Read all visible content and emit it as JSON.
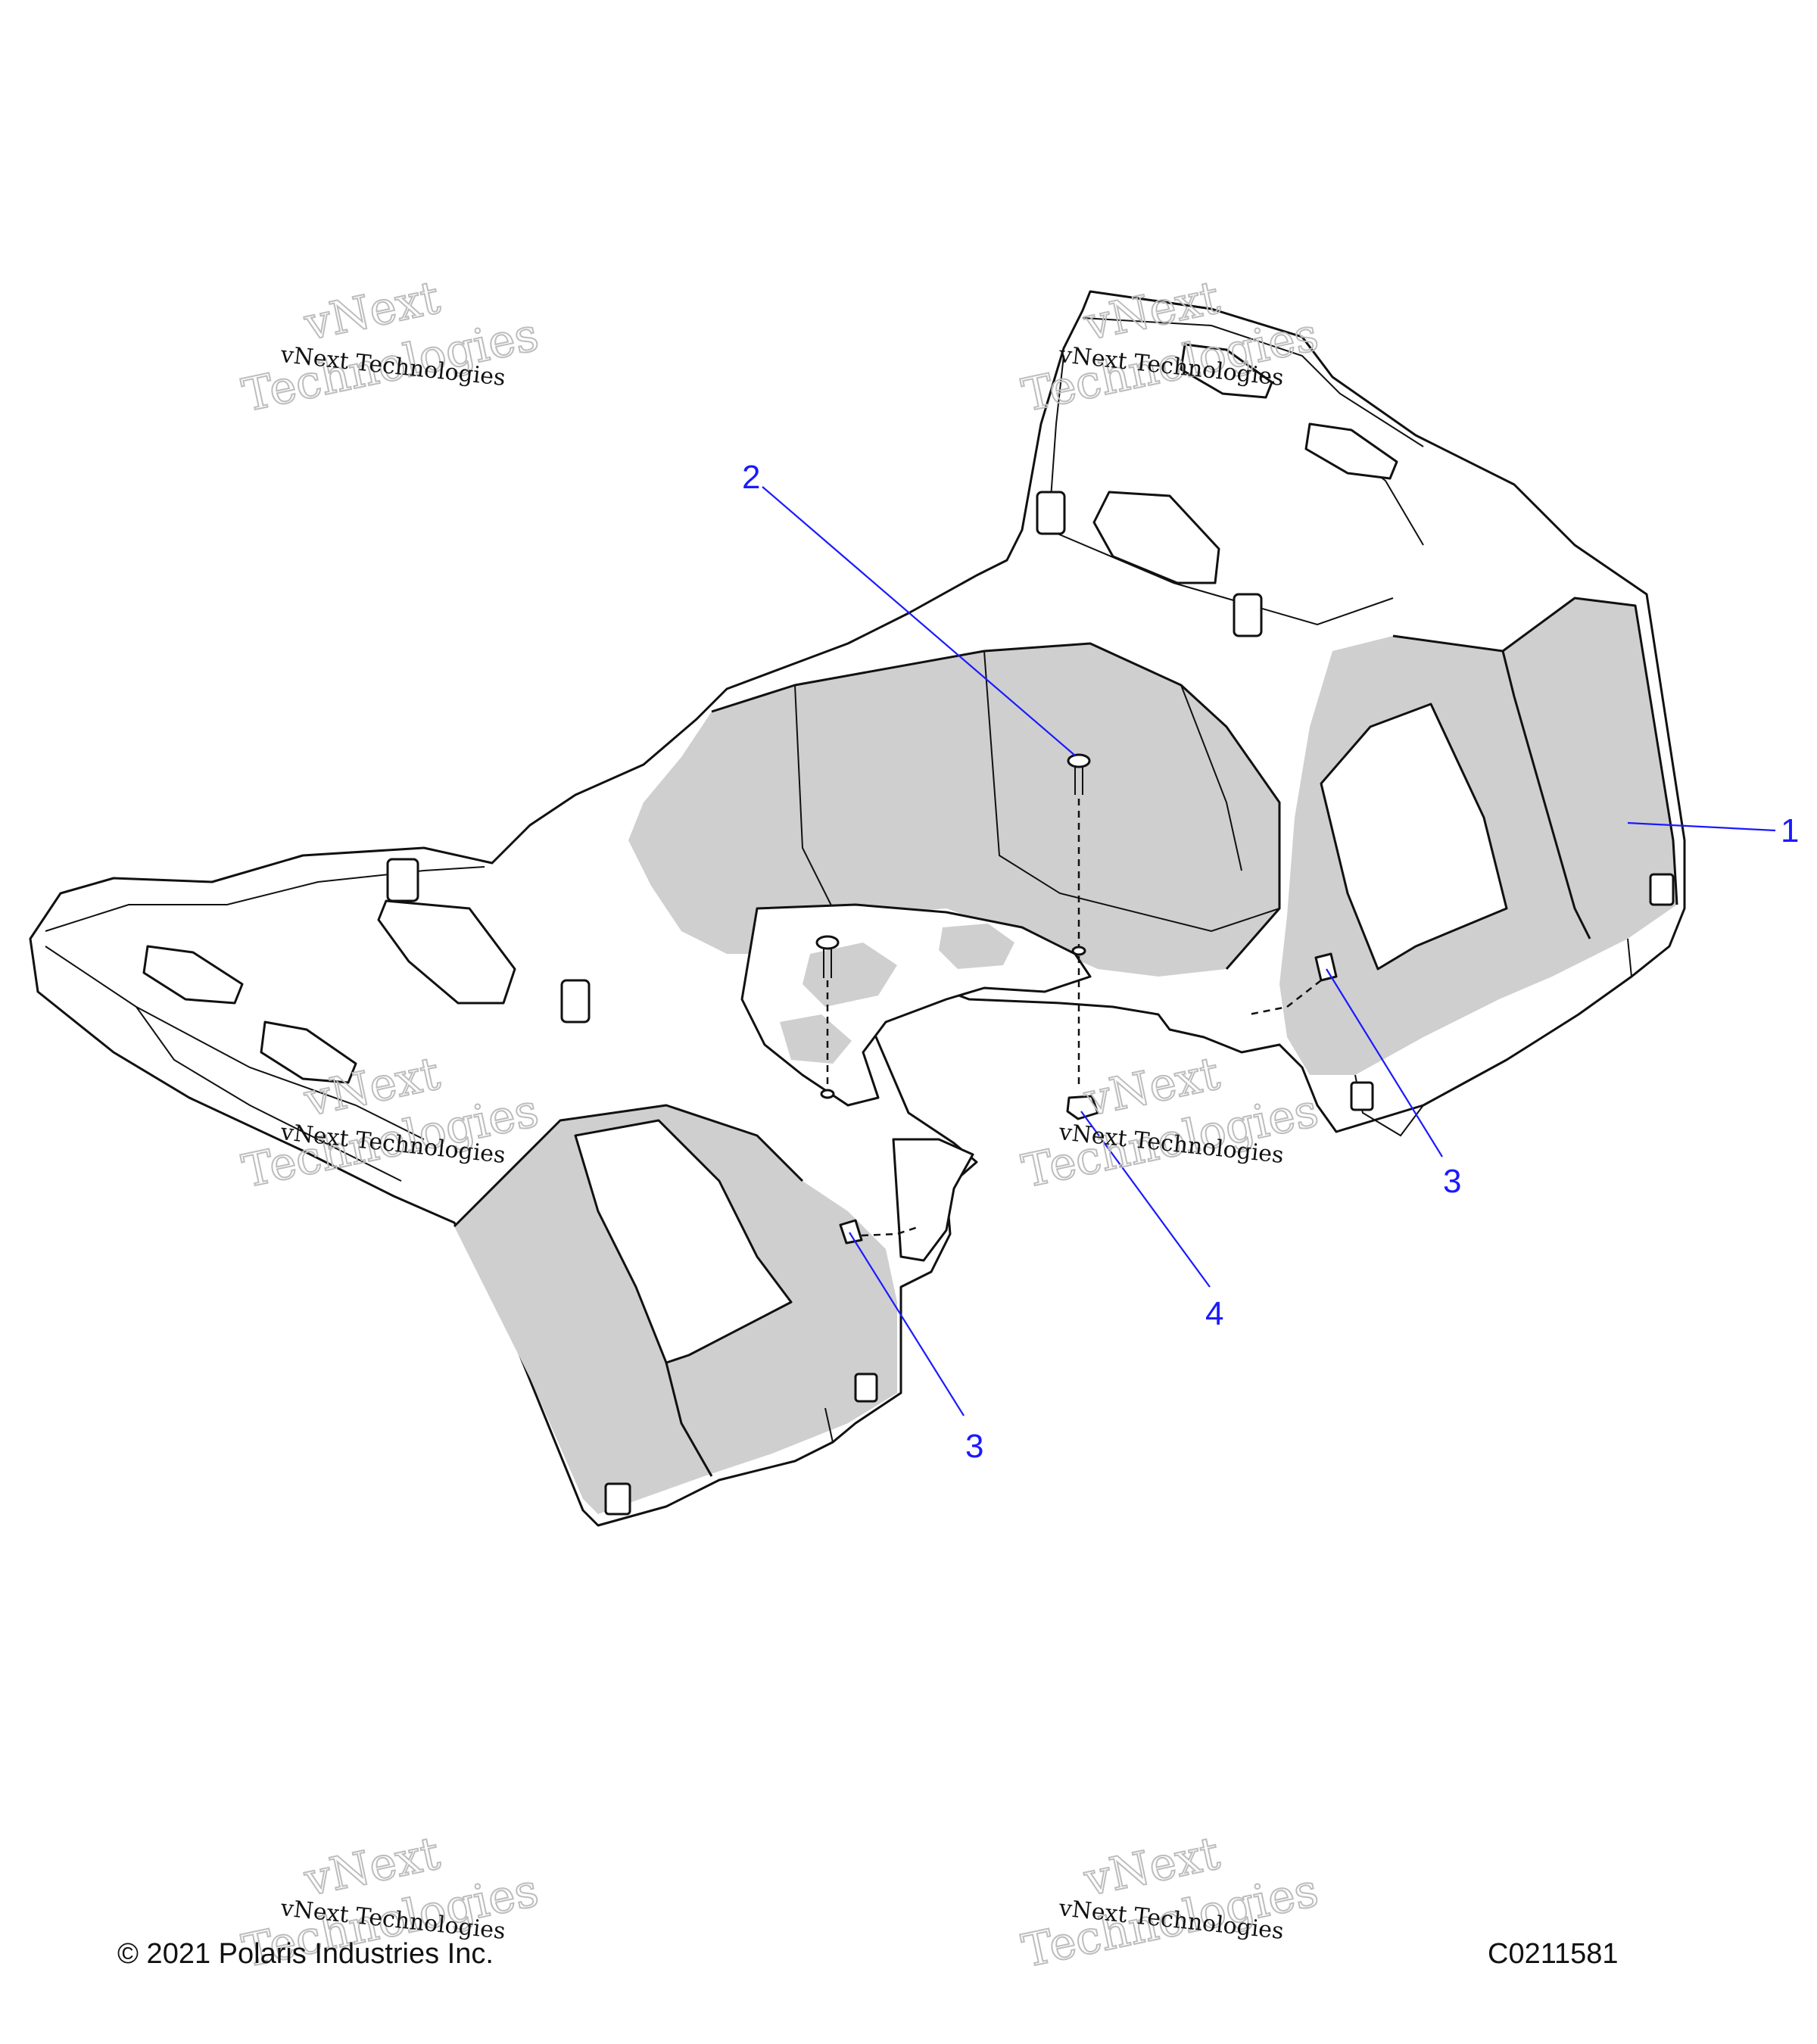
{
  "callouts": [
    {
      "id": "1",
      "label": "1"
    },
    {
      "id": "2",
      "label": "2"
    },
    {
      "id": "3a",
      "label": "3"
    },
    {
      "id": "3b",
      "label": "3"
    },
    {
      "id": "4",
      "label": "4"
    }
  ],
  "watermark": {
    "line1": "vNext",
    "line2": "Technologies",
    "small": "vNext Technologies"
  },
  "footer": {
    "copyright": "© 2021 Polaris Industries Inc.",
    "figure_code": "C0211581"
  },
  "colors": {
    "callout": "#1a1aff",
    "line": "#111111",
    "shade": "#cfcfcf"
  }
}
